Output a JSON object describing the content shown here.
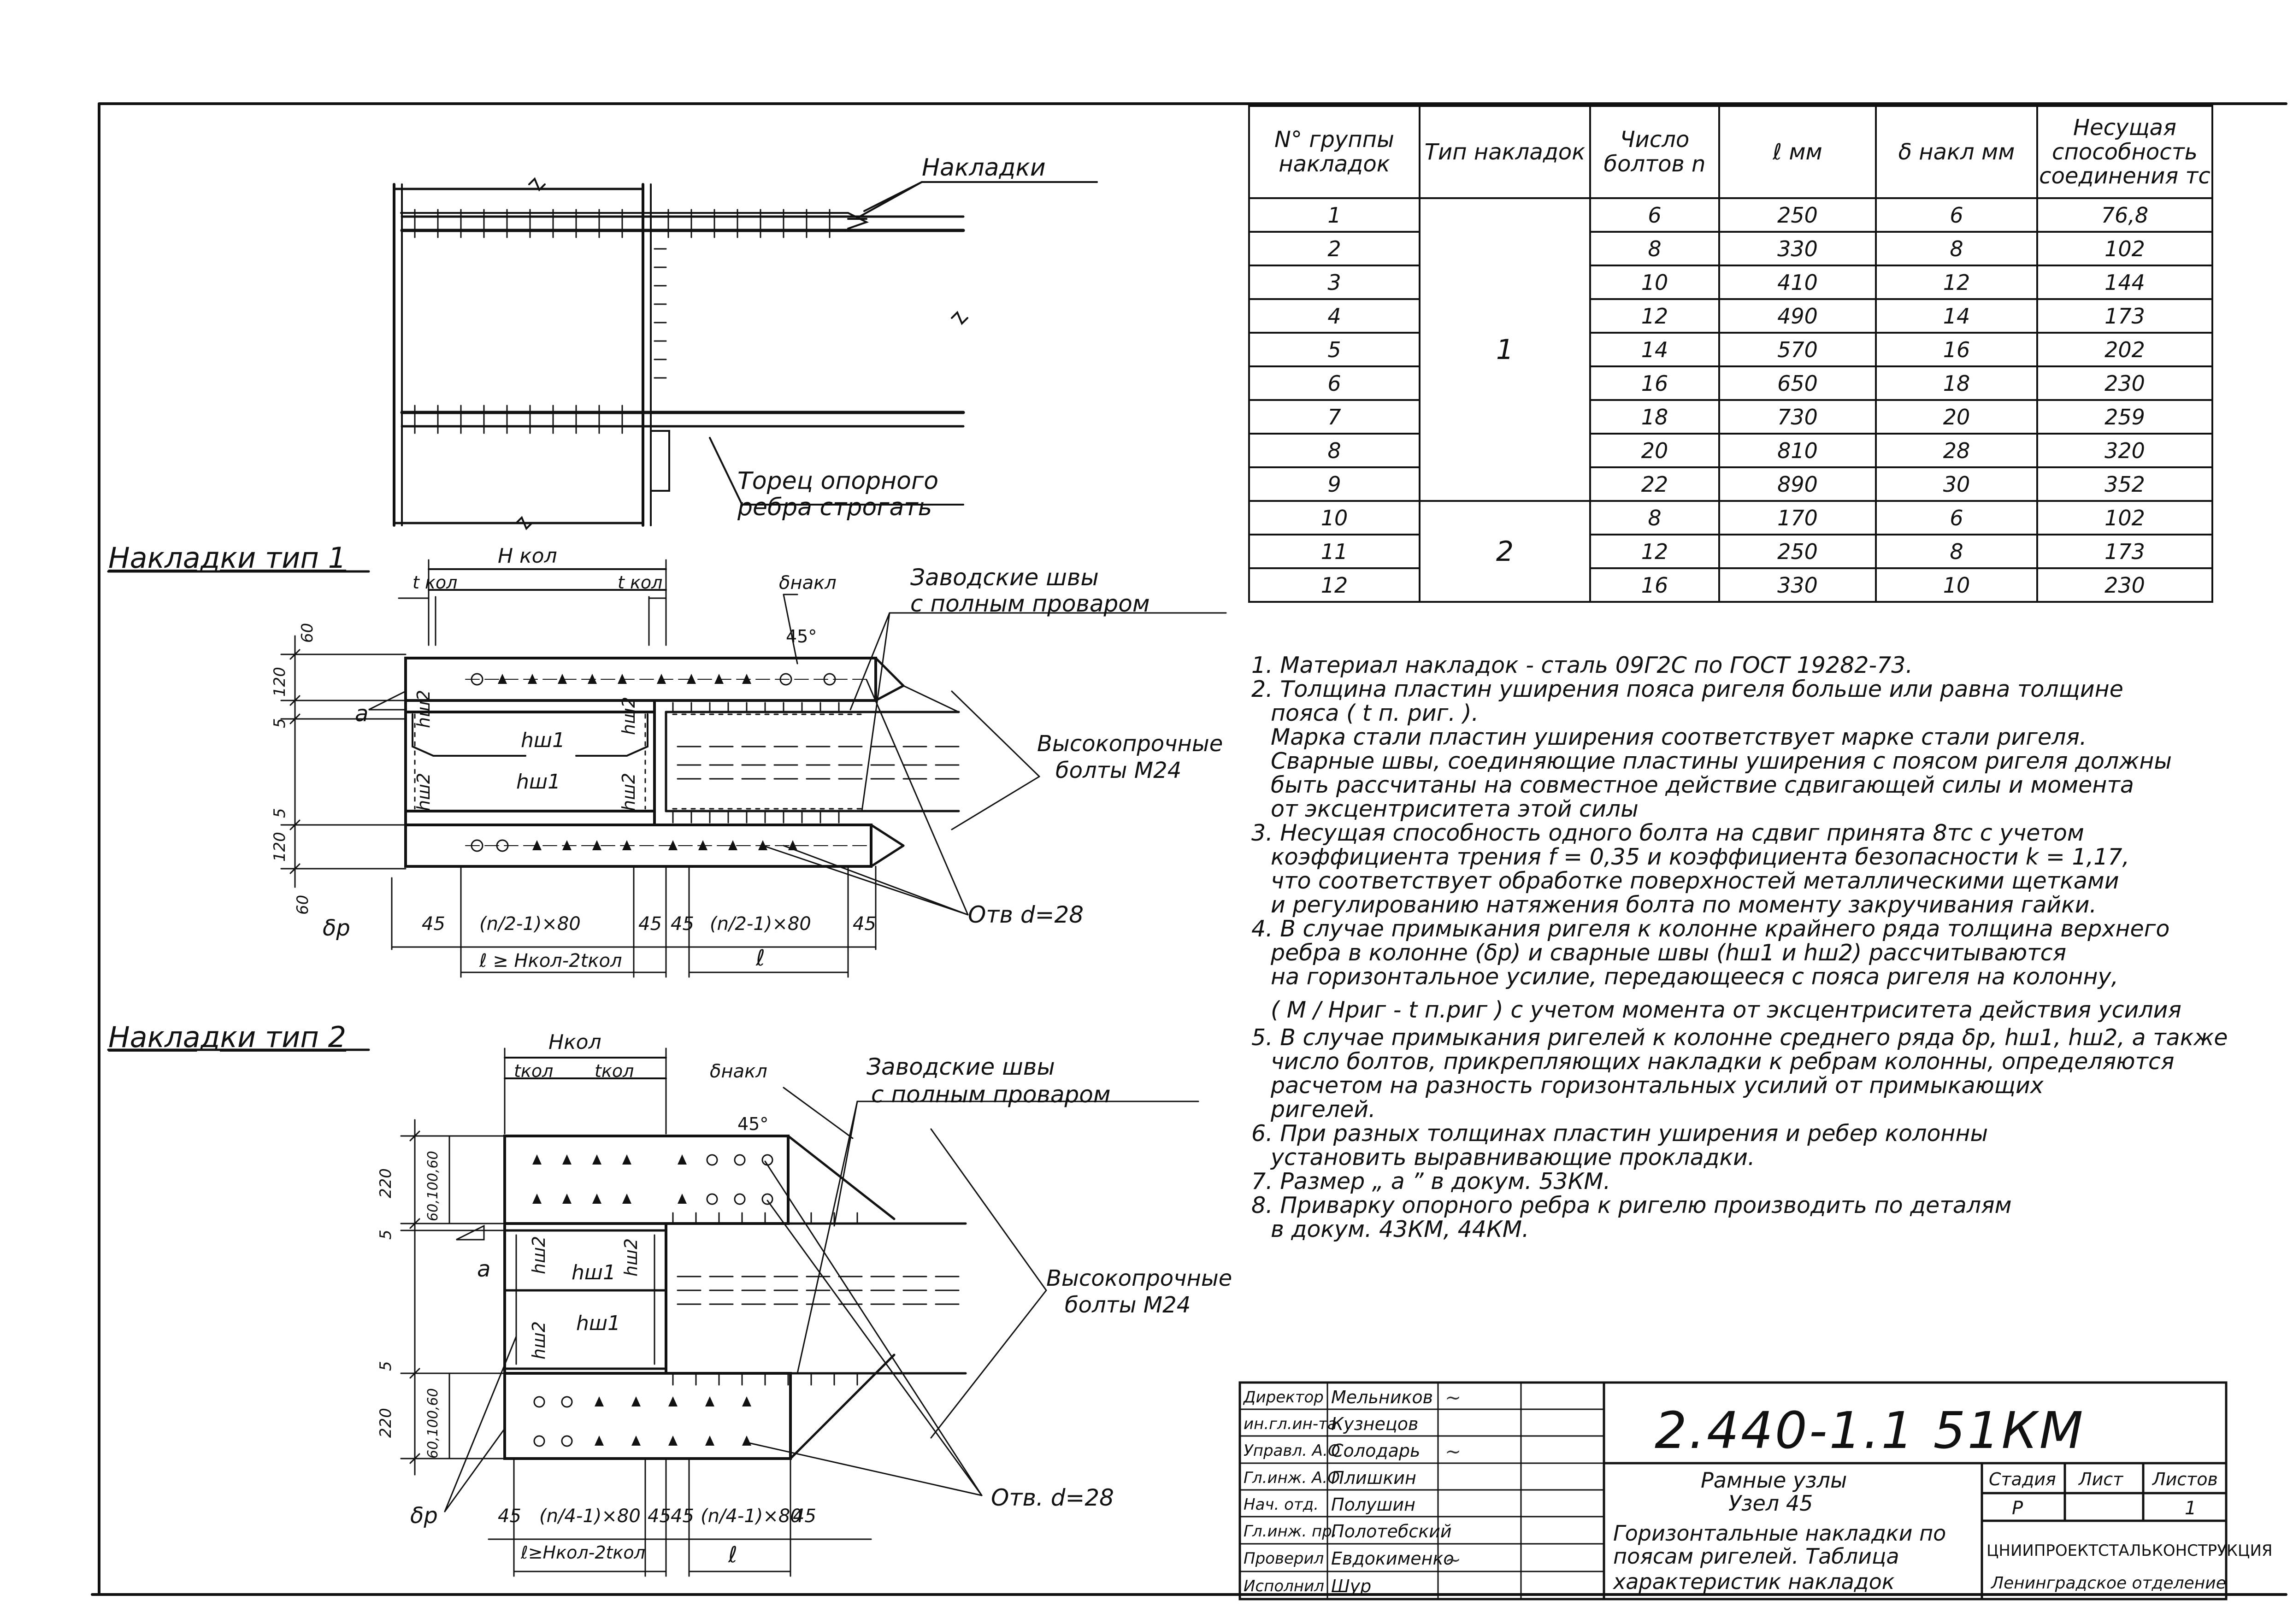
{
  "top_view": {
    "callout_nakladki": "Накладки",
    "callout_torets_1": "Торец опорного",
    "callout_torets_2": "ребра строгать"
  },
  "type1": {
    "heading": "Накладки тип 1",
    "h_kol": "H кол",
    "t_kol_left": "t кол",
    "t_kol_right": "t кол",
    "delta_nakl": "δнакл",
    "factory_welds_1": "Заводские швы",
    "factory_welds_2": "с полным проваром",
    "angle": "45°",
    "bolts_1": "Высокопрочные",
    "bolts_2": "болты М24",
    "hole": "Отв d=28",
    "hw1_a": "hш1",
    "hw1_b": "hш1",
    "hw2_a": "hш2",
    "hw2_b": "hш2",
    "hw2_c": "hш2",
    "hw2_d": "hш2",
    "a_mark": "a",
    "delta_r": "δр",
    "dim_120_top": "120",
    "dim_60_top": "60",
    "dim_5_top": "5",
    "dim_5_bot": "5",
    "dim_120_bot": "120",
    "dim_60_bot": "60",
    "dim_45_a": "45",
    "dim_n_80_a": "(n/2-1)×80",
    "dim_45_b": "45",
    "dim_45_c": "45",
    "dim_n_80_b": "(n/2-1)×80",
    "dim_45_d": "45",
    "dim_l_kol": "ℓ ≥ Hкол-2tкол",
    "dim_l": "ℓ"
  },
  "type2": {
    "heading": "Накладки тип 2",
    "h_kol": "Hкол",
    "t_kol_left": "tкол",
    "t_kol_right": "tкол",
    "delta_nakl": "δнакл",
    "factory_welds_1": "Заводские швы",
    "factory_welds_2": "с полным проваром",
    "angle": "45°",
    "bolts_1": "Высокопрочные",
    "bolts_2": "болты М24",
    "hole": "Отв. d=28",
    "hw1_a": "hш1",
    "hw1_b": "hш1",
    "hw2_a": "hш2",
    "hw2_b": "hш2",
    "hw2_c": "hш2",
    "a_mark": "a",
    "delta_r": "δр",
    "dim_220_top": "220",
    "dim_stack_top": "60,100,60",
    "dim_5_top": "5",
    "dim_5_bot": "5",
    "dim_220_bot": "220",
    "dim_stack_bot": "60,100,60",
    "dim_45_a": "45",
    "dim_n_80_a": "(n/4-1)×80",
    "dim_45_b": "45",
    "dim_45_c": "45",
    "dim_n_80_b": "(n/4-1)×80",
    "dim_45_d": "45",
    "dim_l_kol": "ℓ≥Hкол-2tкол",
    "dim_l": "ℓ"
  },
  "table": {
    "headers": [
      "N° группы накладок",
      "Тип накладок",
      "Число болтов n",
      "ℓ мм",
      "δ накл мм",
      "Несущая способность соединения тс"
    ],
    "rows": [
      {
        "group": "1",
        "type": "",
        "bolts": "6",
        "l": "250",
        "delta": "6",
        "capacity": "76,8"
      },
      {
        "group": "2",
        "type": "",
        "bolts": "8",
        "l": "330",
        "delta": "8",
        "capacity": "102"
      },
      {
        "group": "3",
        "type": "",
        "bolts": "10",
        "l": "410",
        "delta": "12",
        "capacity": "144"
      },
      {
        "group": "4",
        "type": "",
        "bolts": "12",
        "l": "490",
        "delta": "14",
        "capacity": "173"
      },
      {
        "group": "5",
        "type": "1",
        "bolts": "14",
        "l": "570",
        "delta": "16",
        "capacity": "202"
      },
      {
        "group": "6",
        "type": "",
        "bolts": "16",
        "l": "650",
        "delta": "18",
        "capacity": "230"
      },
      {
        "group": "7",
        "type": "",
        "bolts": "18",
        "l": "730",
        "delta": "20",
        "capacity": "259"
      },
      {
        "group": "8",
        "type": "",
        "bolts": "20",
        "l": "810",
        "delta": "28",
        "capacity": "320"
      },
      {
        "group": "9",
        "type": "",
        "bolts": "22",
        "l": "890",
        "delta": "30",
        "capacity": "352"
      },
      {
        "group": "10",
        "type": "",
        "bolts": "8",
        "l": "170",
        "delta": "6",
        "capacity": "102"
      },
      {
        "group": "11",
        "type": "2",
        "bolts": "12",
        "l": "250",
        "delta": "8",
        "capacity": "173"
      },
      {
        "group": "12",
        "type": "",
        "bolts": "16",
        "l": "330",
        "delta": "10",
        "capacity": "230"
      }
    ]
  },
  "notes": [
    "1. Материал накладок - сталь 09Г2С по ГОСТ 19282-73.",
    "2. Толщина пластин уширения пояса ригеля больше или равна толщине",
    "пояса ( t п. риг. ).",
    "Марка стали пластин уширения соответствует марке стали ригеля.",
    "Сварные швы, соединяющие пластины уширения с поясом ригеля должны",
    "быть рассчитаны на совместное действие сдвигающей силы и момента",
    "от эксцентриситета этой силы",
    "3. Несущая способность одного болта на сдвиг принята 8тс с учетом",
    "коэффициента трения f = 0,35 и коэффициента безопасности k = 1,17,",
    "что соответствует обработке поверхностей металлическими щетками",
    "и регулированию натяжения болта по моменту закручивания гайки.",
    "4. В случае примыкания ригеля к колонне крайнего ряда толщина верхнего",
    "ребра в колонне (δр) и сварные швы (hш1 и hш2) рассчитываются",
    "на горизонтальное усилие, передающееся с пояса ригеля на колонну,",
    "( M / Hриг - t п.риг ) с учетом момента от эксцентриситета действия усилия",
    "5. В случае примыкания ригелей к колонне среднего ряда δр, hш1, hш2, а также",
    "число болтов, прикрепляющих накладки к ребрам колонны, определяются",
    "расчетом на разность горизонтальных усилий от примыкающих",
    "ригелей.",
    "6. При разных толщинах пластин уширения и ребер колонны",
    "установить выравнивающие прокладки.",
    "7. Размер „ a ” в докум. 53КМ.",
    "8. Приварку опорного ребра к ригелю производить по деталям",
    "в докум. 43КМ, 44КМ."
  ],
  "stamp": {
    "code": "2.440-1.1  51КМ",
    "roles": [
      {
        "role": "Директор",
        "name": "Мельников"
      },
      {
        "role": "ин.гл.ин-та",
        "name": "Кузнецов"
      },
      {
        "role": "Управл. А.О",
        "name": "Солодарь"
      },
      {
        "role": "Гл.инж. А.О",
        "name": "Плишкин"
      },
      {
        "role": "Нач. отд.",
        "name": "Полушин"
      },
      {
        "role": "Гл.инж. пр.",
        "name": "Полотебский"
      },
      {
        "role": "Проверил",
        "name": "Евдокименко"
      },
      {
        "role": "Исполнил",
        "name": "Шур"
      }
    ],
    "title_1": "Рамные узлы",
    "title_2": "Узел 45",
    "title_3": "Горизонтальные накладки по",
    "title_4": "поясам ригелей. Таблица",
    "title_5": "характеристик накладок",
    "stage_label": "Стадия",
    "sheet_label": "Лист",
    "sheets_label": "Листов",
    "stage": "Р",
    "sheet": "",
    "sheets": "1",
    "org": "ЦНИИПРОЕКТСТАЛЬКОНСТРУКЦИЯ",
    "dept": "Ленинградское отделение"
  }
}
